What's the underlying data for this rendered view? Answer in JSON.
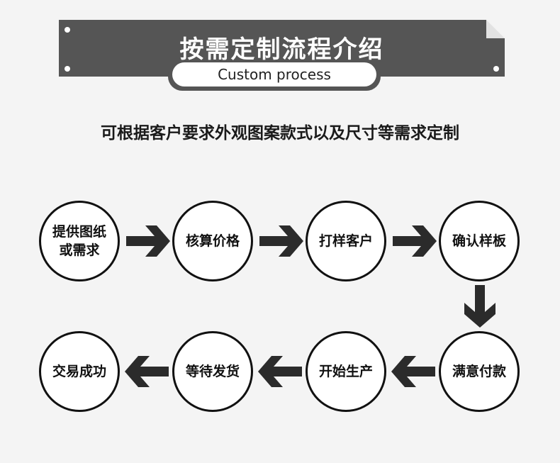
{
  "header": {
    "title": "按需定制流程介绍",
    "subtitle_en": "Custom process"
  },
  "intro": "可根据客户要求外观图案款式以及尺寸等需求定制",
  "steps": [
    {
      "label": "提供图纸或需求"
    },
    {
      "label": "核算价格"
    },
    {
      "label": "打样客户"
    },
    {
      "label": "确认样板"
    },
    {
      "label": "满意付款"
    },
    {
      "label": "开始生产"
    },
    {
      "label": "等待发货"
    },
    {
      "label": "交易成功"
    }
  ],
  "colors": {
    "banner": "#555555",
    "background": "#f4f4f4",
    "arrow": "#2b2b2b",
    "circle_border": "#111111"
  }
}
